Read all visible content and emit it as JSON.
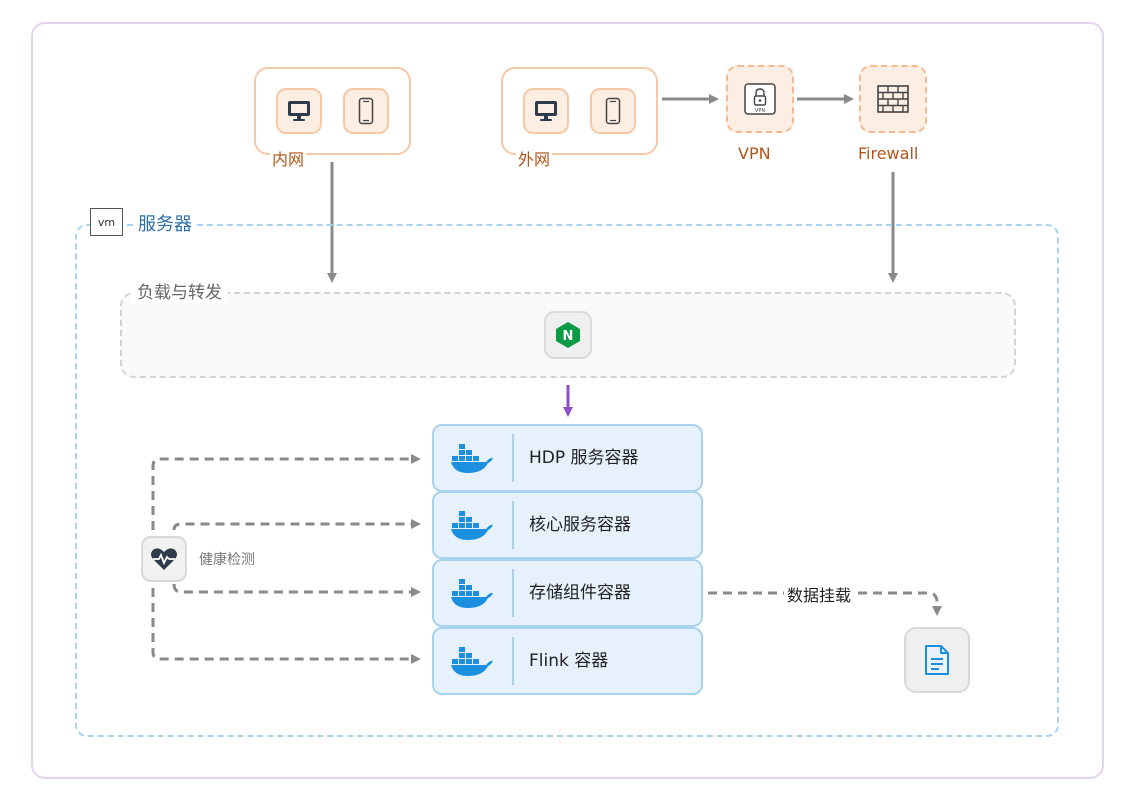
{
  "clients": {
    "internal": {
      "label": "内网"
    },
    "external": {
      "label": "外网"
    }
  },
  "gateway": {
    "vpn": {
      "label": "VPN",
      "icon_text": "VPN"
    },
    "firewall": {
      "label": "Firewall"
    }
  },
  "server": {
    "badge": "vm",
    "title": "服务器"
  },
  "load_balancer": {
    "title": "负载与转发",
    "icon": "N"
  },
  "containers": [
    {
      "name": "HDP 服务容器"
    },
    {
      "name": "核心服务容器"
    },
    {
      "name": "存储组件容器"
    },
    {
      "name": "Flink 容器"
    }
  ],
  "health": {
    "label": "健康检测"
  },
  "storage": {
    "mount_label": "数据挂载"
  },
  "colors": {
    "frame": "#e2d4f0",
    "client_border": "#f5c9a8",
    "client_text": "#b55318",
    "server_border": "#a9d2ee",
    "container_fill": "#e6f1fb",
    "arrow_gray": "#8a8a8a",
    "arrow_purple": "#8e4fc6",
    "nginx_green": "#0b9a45",
    "docker_blue": "#1d8fe0"
  }
}
